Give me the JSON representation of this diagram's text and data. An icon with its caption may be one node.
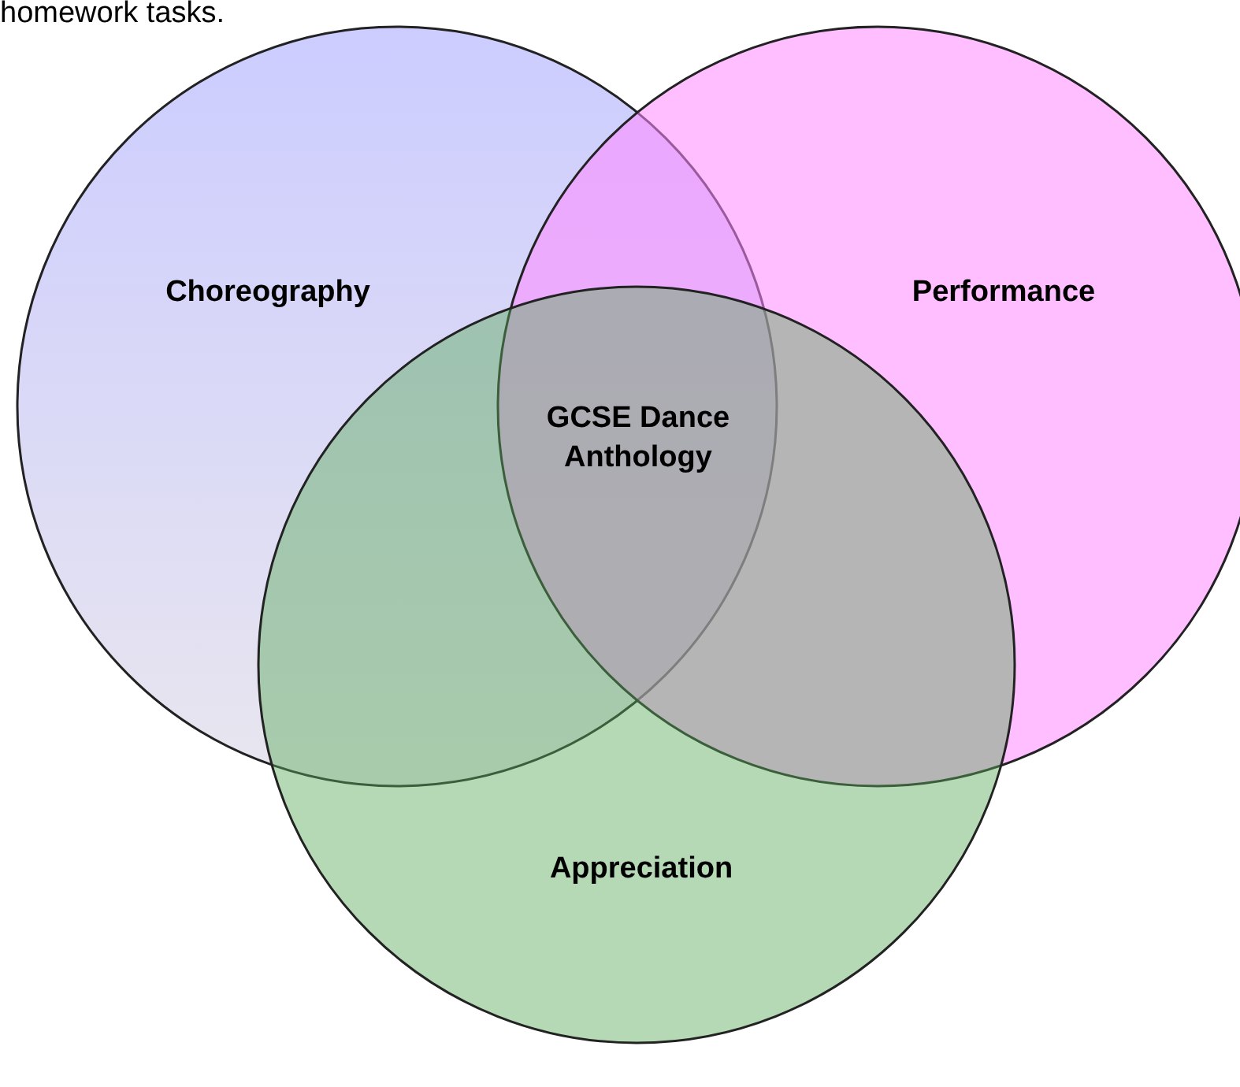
{
  "diagram": {
    "nodes": [
      {
        "text": [
          "Choreography"
        ]
      },
      {
        "text": [
          "Performance"
        ]
      },
      {
        "text": [
          "Appreciation"
        ]
      }
    ],
    "labels": [
      "homework tasks.",
      "GCSE Dance Anthology"
    ]
  }
}
